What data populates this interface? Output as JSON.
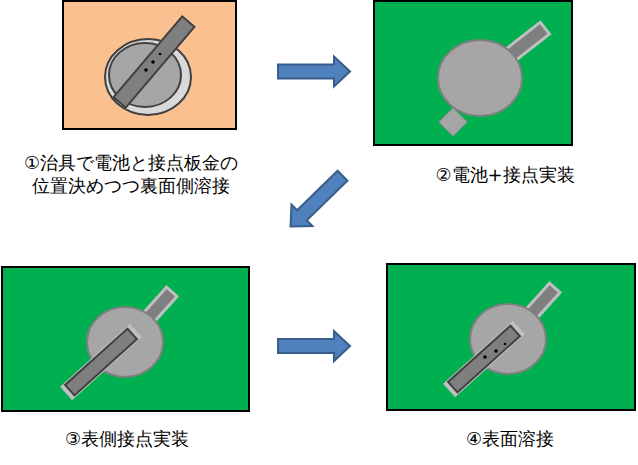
{
  "diagram": {
    "nodes": [
      {
        "text": [
          "①治具で電池と接点板金の 位置決めつつ裏面側溶接"
        ]
      },
      {
        "text": [
          "②電池+接点実装"
        ]
      },
      {
        "text": [
          "③表側接点実装"
        ]
      },
      {
        "text": [
          "④表面溶接"
        ]
      }
    ],
    "edges": [
      {
        "from": 0,
        "to": 1,
        "arrow": "to"
      },
      {
        "from": 1,
        "to": 2,
        "arrow": "to"
      },
      {
        "from": 2,
        "to": 3,
        "arrow": "to"
      }
    ]
  }
}
